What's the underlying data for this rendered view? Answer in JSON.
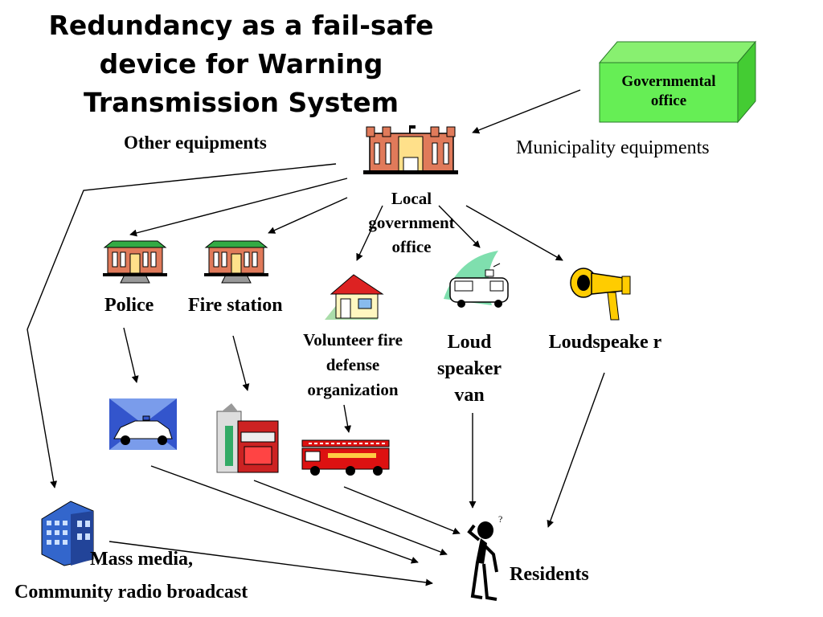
{
  "title": "Redundancy as a fail-safe device for Warning Transmission System",
  "nodes": {
    "governmental_office": "Governmental office",
    "municipality_equipments": "Municipality equipments",
    "other_equipments": "Other equipments",
    "local_government_office": "Local government office",
    "police": "Police",
    "fire_station": "Fire station",
    "volunteer_fire_defense": "Volunteer fire defense organization",
    "loud_speaker_van": "Loud speaker van",
    "loudspeaker": "Loudspeake r",
    "mass_media": "Mass media,",
    "community_radio": "Community radio broadcast",
    "residents": "Residents"
  },
  "colors": {
    "gov_box_front": "#66ee55",
    "gov_box_side": "#44cc33",
    "building_body": "#e07a5a",
    "building_roof": "#33aa44",
    "fire_red": "#dd1111",
    "police_blue": "#3355cc",
    "megaphone_yellow": "#ffcc00",
    "tv_blue": "#3366cc"
  }
}
